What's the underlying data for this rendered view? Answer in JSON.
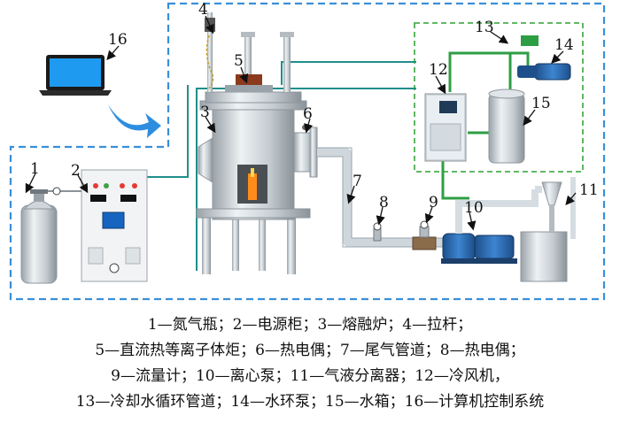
{
  "callouts": {
    "c1": "1",
    "c2": "2",
    "c3": "3",
    "c4": "4",
    "c5": "5",
    "c6": "6",
    "c7": "7",
    "c8": "8",
    "c9": "9",
    "c10": "10",
    "c11": "11",
    "c12": "12",
    "c13": "13",
    "c14": "14",
    "c15": "15",
    "c16": "16"
  },
  "legend": {
    "line1": "1—氮气瓶；2—电源柜；3—熔融炉；4—拉杆；",
    "line2": "5—直流热等离子体炬；6—热电偶；7—尾气管道；8—热电偶；",
    "line3": "9—流量计；10—离心泵；11—气液分离器；12—冷风机，",
    "line4": "13—冷却水循环管道；14—水环泵；15—水箱；16—计算机控制系统"
  },
  "colors": {
    "dashed_border": "#3a8fd8",
    "green_box": "#4caf50",
    "teal_wire": "#1f8f8a",
    "pipe": "#dfe6ea",
    "pump_blue": "#2a6fb5",
    "screen_blue": "#2196f3",
    "flame": "#ff8c1a"
  }
}
